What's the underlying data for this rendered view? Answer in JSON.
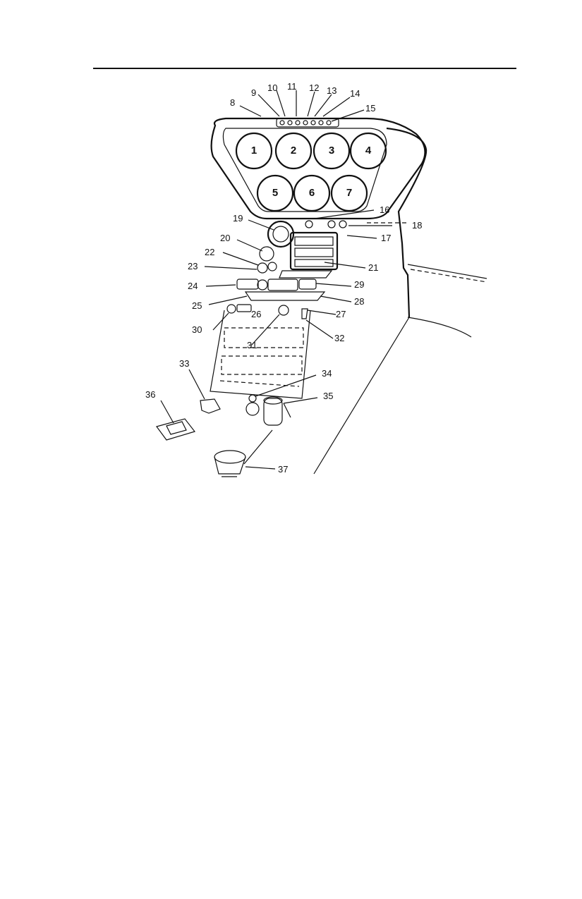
{
  "figure": {
    "gauges": [
      {
        "id": "g1",
        "label": "1"
      },
      {
        "id": "g2",
        "label": "2"
      },
      {
        "id": "g3",
        "label": "3"
      },
      {
        "id": "g4",
        "label": "4"
      },
      {
        "id": "g5",
        "label": "5"
      },
      {
        "id": "g6",
        "label": "6"
      },
      {
        "id": "g7",
        "label": "7"
      }
    ],
    "callouts": [
      "8",
      "9",
      "10",
      "11",
      "12",
      "13",
      "14",
      "15",
      "16",
      "17",
      "18",
      "19",
      "20",
      "21",
      "22",
      "23",
      "24",
      "25",
      "26",
      "27",
      "28",
      "29",
      "30",
      "31",
      "32",
      "33",
      "34",
      "35",
      "36",
      "37"
    ]
  }
}
